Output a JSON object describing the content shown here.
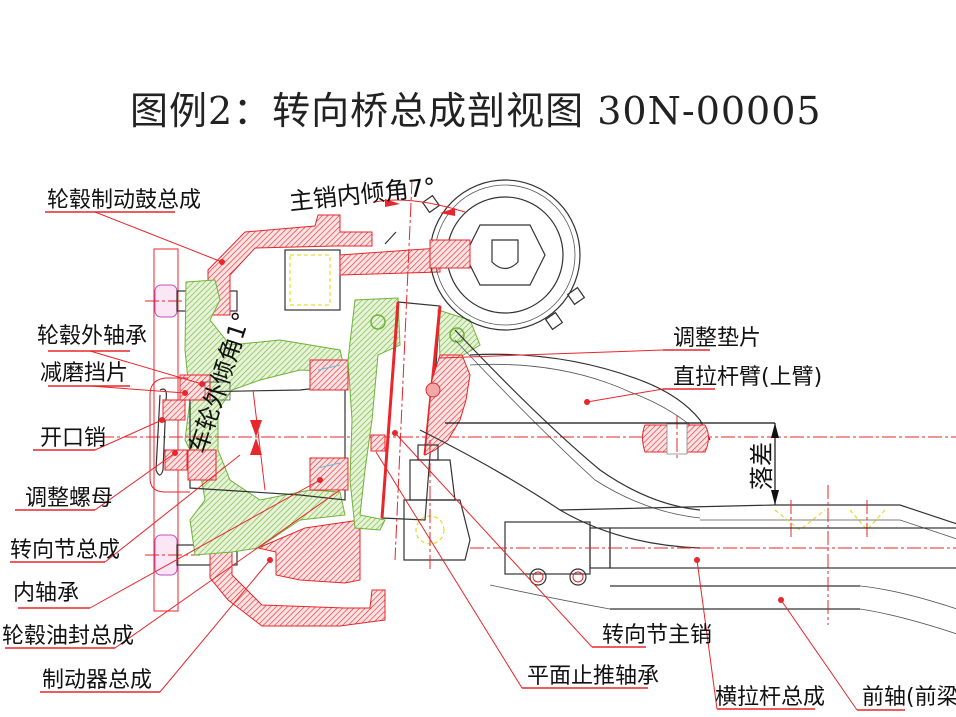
{
  "title": "图例2：转向桥总成剖视图 30N-00005",
  "annotations": {
    "kingpin_inclination": "主销内倾角7°",
    "camber": "车轮外倾角1°",
    "drop": "落差"
  },
  "labels_left": [
    {
      "id": "hub-brake-drum",
      "text": "轮毂制动鼓总成"
    },
    {
      "id": "hub-outer-bearing",
      "text": "轮毂外轴承"
    },
    {
      "id": "wear-washer",
      "text": "减磨挡片"
    },
    {
      "id": "cotter-pin",
      "text": "开口销"
    },
    {
      "id": "adjusting-nut",
      "text": "调整螺母"
    },
    {
      "id": "steering-knuckle",
      "text": "转向节总成"
    },
    {
      "id": "inner-bearing",
      "text": "内轴承"
    },
    {
      "id": "hub-oil-seal",
      "text": "轮毂油封总成"
    },
    {
      "id": "brake-assembly",
      "text": "制动器总成"
    }
  ],
  "labels_right": [
    {
      "id": "adjusting-shim",
      "text": "调整垫片"
    },
    {
      "id": "drag-link-arm",
      "text": "直拉杆臂(上臂)"
    },
    {
      "id": "knuckle-kingpin",
      "text": "转向节主销"
    },
    {
      "id": "thrust-bearing",
      "text": "平面止推轴承"
    },
    {
      "id": "tie-rod",
      "text": "横拉杆总成"
    },
    {
      "id": "front-axle",
      "text": "前轴(前梁)"
    }
  ],
  "colors": {
    "leader": "#e8262b",
    "section_red": "#e8262b",
    "section_green": "#6fb33a",
    "hidden_line": "#e6d300",
    "outline": "#333333"
  }
}
